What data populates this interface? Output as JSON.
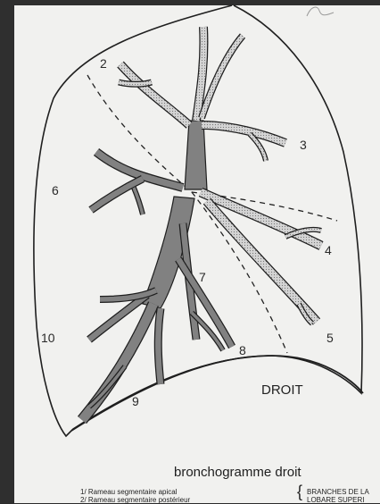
{
  "labels": {
    "n2": "2",
    "n3": "3",
    "n4": "4",
    "n5": "5",
    "n6": "6",
    "n7": "7",
    "n8": "8",
    "n9": "9",
    "n10": "10"
  },
  "droit": "DROIT",
  "caption": "bronchogramme droit",
  "legend": {
    "item1": "1/ Rameau segmentaire apical",
    "item2": "2/ Rameau segmentaire postérieur",
    "group": "BRANCHES DE LA",
    "group2": "LOBARE SUPERI"
  },
  "colors": {
    "background": "#2f2f2f",
    "paper": "#f1f1ef",
    "bronchi": "#8d8d8d",
    "bronchi_light": "#c9c9c9",
    "outline": "#1f1f1f"
  }
}
